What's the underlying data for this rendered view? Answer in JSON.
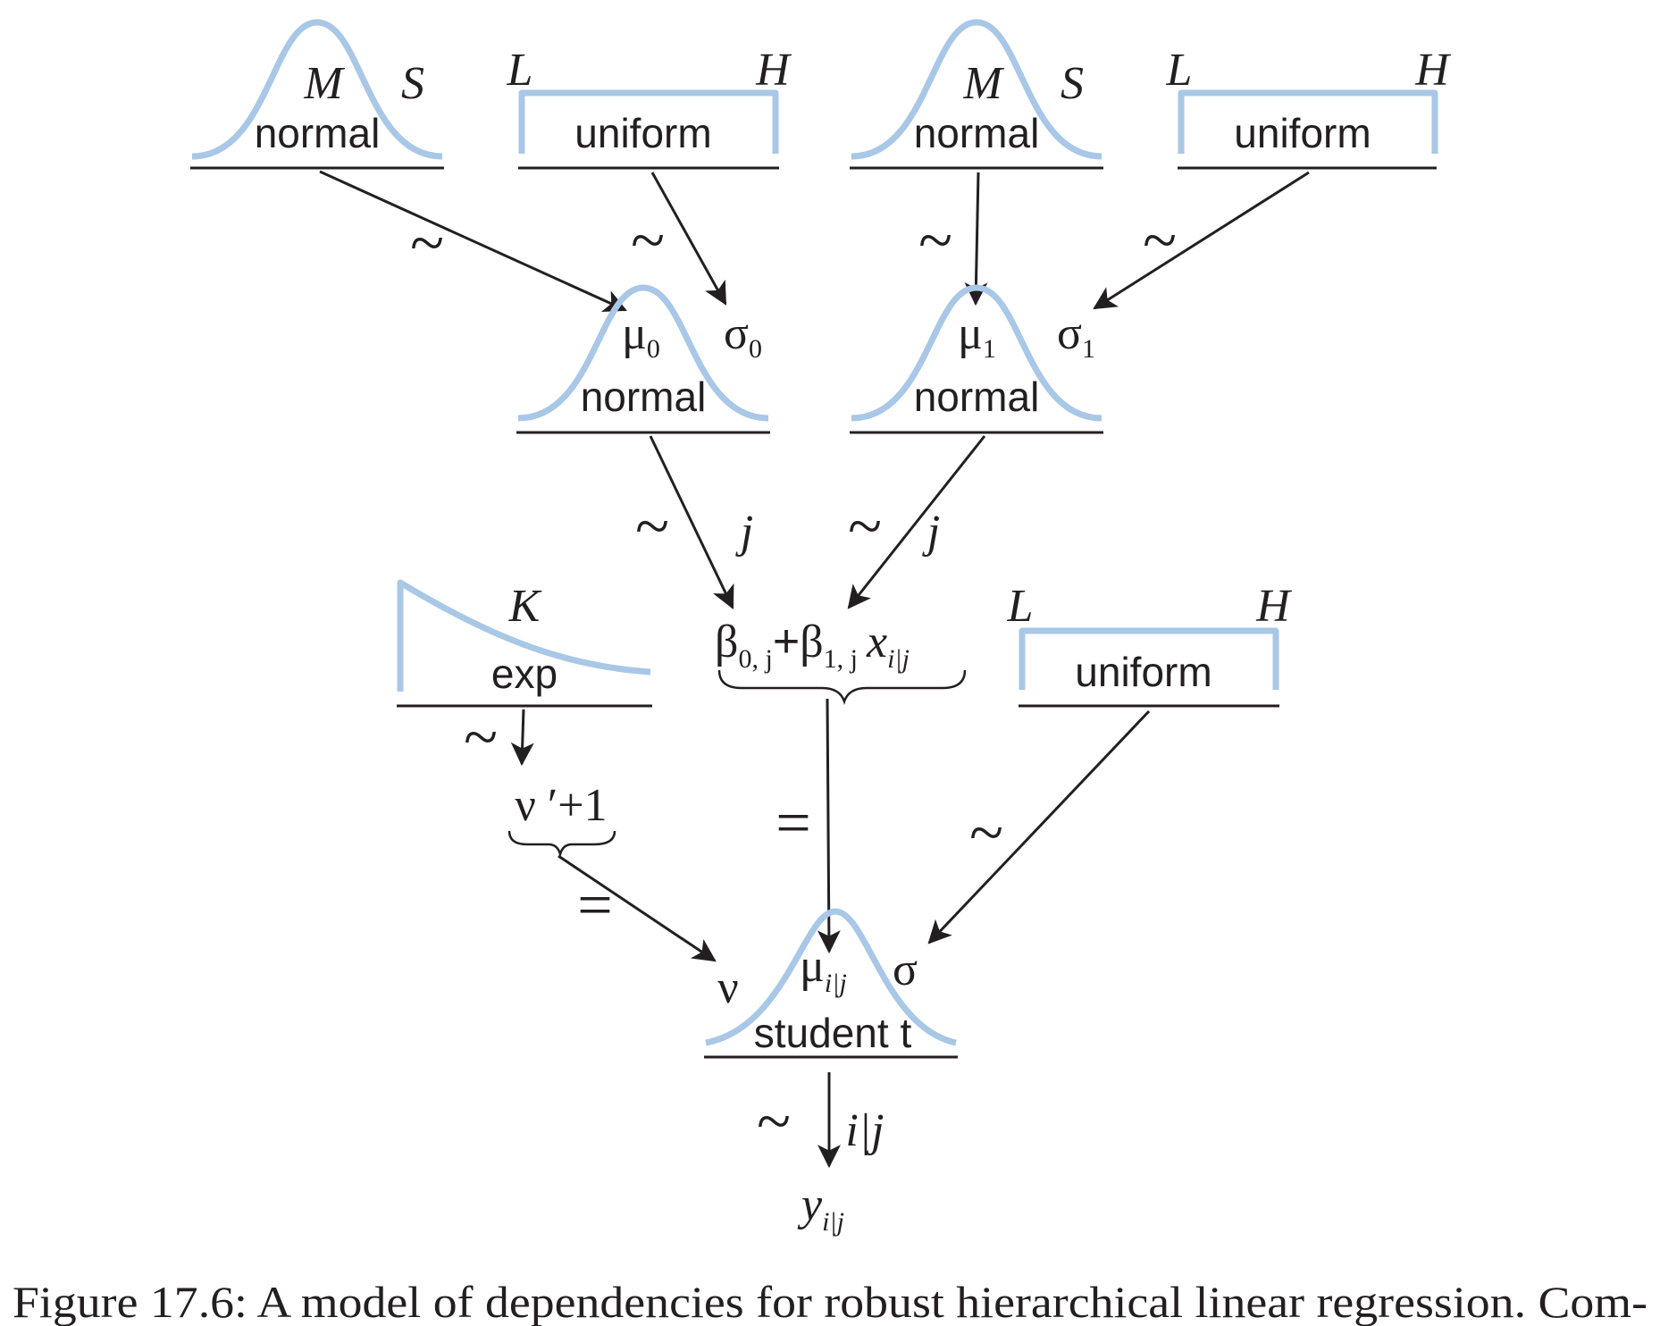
{
  "colors": {
    "distribution": "#a9c7e6",
    "ink": "#231f20"
  },
  "top_row": {
    "left_normal": {
      "name": "normal",
      "param1": "M",
      "param2": "S"
    },
    "left_uniform": {
      "name": "uniform",
      "param1": "L",
      "param2": "H"
    },
    "right_normal": {
      "name": "normal",
      "param1": "M",
      "param2": "S"
    },
    "right_uniform": {
      "name": "uniform",
      "param1": "L",
      "param2": "H"
    }
  },
  "middle_row": {
    "normal0": {
      "name": "normal",
      "mu": "μ",
      "mu_sub": "0",
      "sigma": "σ",
      "sigma_sub": "0"
    },
    "normal1": {
      "name": "normal",
      "mu": "μ",
      "mu_sub": "1",
      "sigma": "σ",
      "sigma_sub": "1"
    }
  },
  "third_row": {
    "exp": {
      "name": "exp",
      "param": "K"
    },
    "linear": {
      "b": "β",
      "b0_sub": "0, j",
      "plus": "+",
      "b1_sub": "1, j",
      "x": "x",
      "x_sub": "i|j"
    },
    "uniform": {
      "name": "uniform",
      "param1": "L",
      "param2": "H"
    },
    "nu_prime": "ν ′+1"
  },
  "likelihood": {
    "name": "student t",
    "nu": "ν",
    "mu": "μ",
    "mu_sub": "i|j",
    "sigma": "σ",
    "y": "y",
    "y_sub": "i|j"
  },
  "relations": {
    "tilde": "~",
    "equals": "=",
    "index_j": "j",
    "index_ij": "i|j"
  },
  "caption": "Figure 17.6: A model of dependencies for robust hierarchical linear regression. Com-"
}
